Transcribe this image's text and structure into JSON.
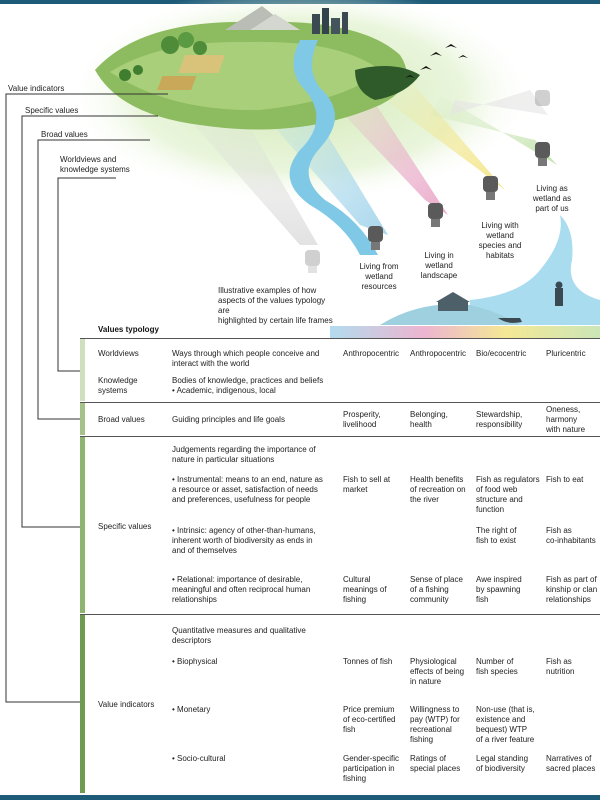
{
  "hierarchy_labels": {
    "value_indicators": "Value indicators",
    "specific_values": "Specific values",
    "broad_values": "Broad values",
    "worldviews_knowledge": "Worldviews and\nknowledge systems"
  },
  "caption": "Illustrative examples of how\naspects of the values typology are\nhighlighted by certain life frames",
  "life_frames": [
    "Living from\nwetland\nresources",
    "Living in\nwetland\nlandscape",
    "Living with\nwetland\nspecies and\nhabitats",
    "Living as\nwetland as\npart of us"
  ],
  "table_title": "Values typology",
  "rows": {
    "worldviews": {
      "label": "Worldviews",
      "desc": "Ways through which people conceive and\ninteract with the world",
      "cells": [
        "Anthropocentric",
        "Anthropocentric",
        "Bio/ecocentric",
        "Pluricentric"
      ]
    },
    "knowledge": {
      "label": "Knowledge\nsystems",
      "desc": "Bodies of knowledge, practices and beliefs\n• Academic, indigenous, local"
    },
    "broad": {
      "label": "Broad values",
      "desc": "Guiding principles and life goals",
      "cells": [
        "Prosperity,\nlivelihood",
        "Belonging,\nhealth",
        "Stewardship,\nresponsibility",
        "Oneness,\nharmony\nwith nature"
      ]
    },
    "specific": {
      "label": "Specific values",
      "intro": "Judgements regarding the importance of\nnature in particular situations",
      "instrumental": {
        "desc": "• Instrumental: means to an end, nature as\na resource or asset, satisfaction of needs\nand preferences, usefulness for people",
        "cells": [
          "Fish to sell at\nmarket",
          "Health benefits\nof recreation on\nthe river",
          "Fish as regulators\nof food web\nstructure and\nfunction",
          "Fish to eat"
        ]
      },
      "intrinsic": {
        "desc": "• Intrinsic: agency of other-than-humans,\ninherent worth of biodiversity as ends in\nand of themselves",
        "cells": [
          "",
          "",
          "The right of\nfish to exist",
          "Fish as\nco-inhabitants"
        ]
      },
      "relational": {
        "desc": "• Relational: importance of desirable,\nmeaningful and often reciprocal human\nrelationships",
        "cells": [
          "Cultural\nmeanings of\nfishing",
          "Sense of place\nof a fishing\ncommunity",
          "Awe inspired\nby spawning\nfish",
          "Fish as part of\nkinship or clan\nrelationships"
        ]
      }
    },
    "indicators": {
      "label": "Value indicators",
      "intro": "Quantitative measures and qualitative\ndescriptors",
      "biophysical": {
        "desc": "• Biophysical",
        "cells": [
          "Tonnes of fish",
          "Physiological\neffects of being\nin nature",
          "Number of\nfish species",
          "Fish as\nnutrition"
        ]
      },
      "monetary": {
        "desc": "• Monetary",
        "cells": [
          "Price premium\nof eco-certified\nfish",
          "Willingness to\npay (WTP) for\nrecreational\nfishing",
          "Non-use (that is,\nexistence and\nbequest) WTP\nof a river feature",
          ""
        ]
      },
      "sociocultural": {
        "desc": "• Socio-cultural",
        "cells": [
          "Gender-specific\nparticipation in\nfishing",
          "Ratings of\nspecial places",
          "Legal standing\nof biodiversity",
          "Narratives of\nsacred places"
        ]
      }
    }
  },
  "colors": {
    "band_dark": "#7aa05a",
    "band_mid": "#a5c28a",
    "band_light": "#cfdfbf",
    "frame_blue": "#9fd3ea",
    "frame_pink": "#e8a2c4",
    "frame_yellow": "#f1e27a",
    "frame_green": "#bfe0a6",
    "river": "#7fc9e6",
    "top_bar": "#1d5b78"
  }
}
